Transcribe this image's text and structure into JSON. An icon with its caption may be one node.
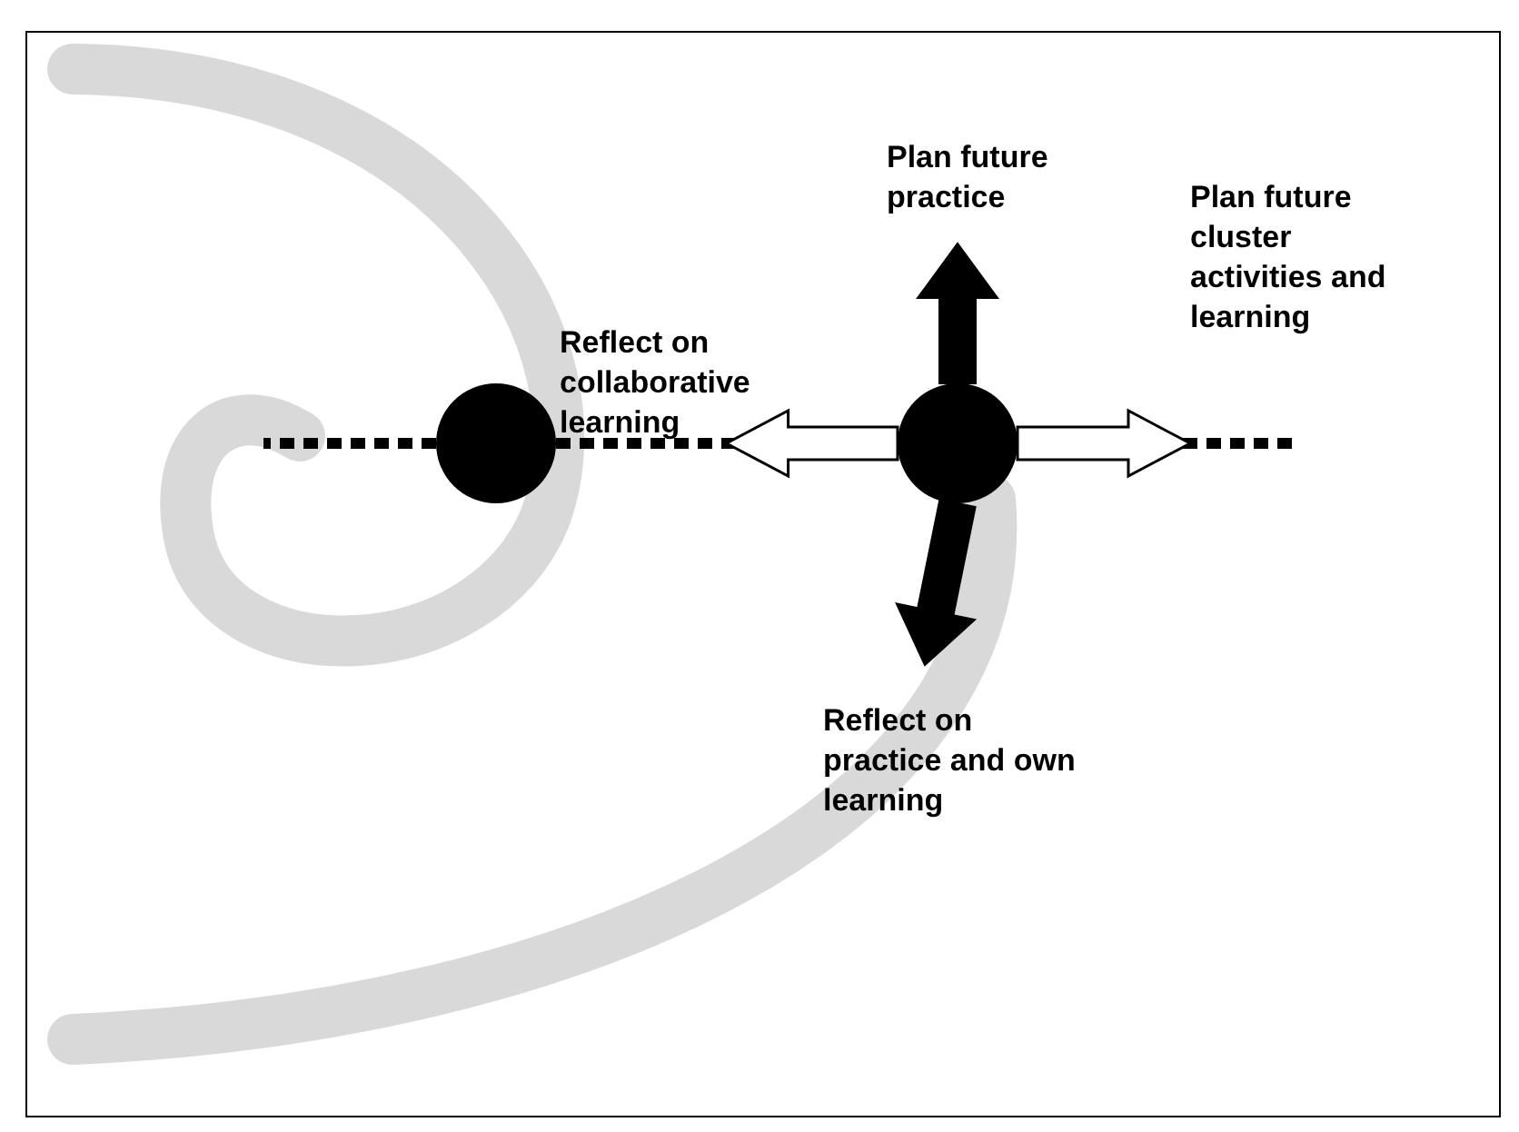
{
  "diagram": {
    "nodes": [
      {
        "text": [],
        "shape": "circle"
      },
      {
        "text": [],
        "shape": "circle"
      },
      {
        "text": [
          "Plan future practice"
        ]
      },
      {
        "text": [
          "Plan future cluster activities and learning"
        ]
      },
      {
        "text": [
          "Reflect on collaborative learning"
        ]
      },
      {
        "text": [
          "Reflect on practice and own learning"
        ]
      }
    ],
    "edges": [
      {
        "from": 0,
        "to": null,
        "arrow": "none",
        "style": "dashed"
      },
      {
        "from": 0,
        "to": 1,
        "arrow": "none",
        "style": "dashed"
      },
      {
        "from": 1,
        "to": null,
        "arrow": "none",
        "style": "dashed"
      },
      {
        "from": 1,
        "to": 4,
        "arrow": "to"
      },
      {
        "from": 1,
        "to": 3,
        "arrow": "to"
      },
      {
        "from": 1,
        "to": 2,
        "arrow": "to",
        "style": "thick"
      },
      {
        "from": 1,
        "to": 5,
        "arrow": "to",
        "style": "thick"
      }
    ]
  }
}
